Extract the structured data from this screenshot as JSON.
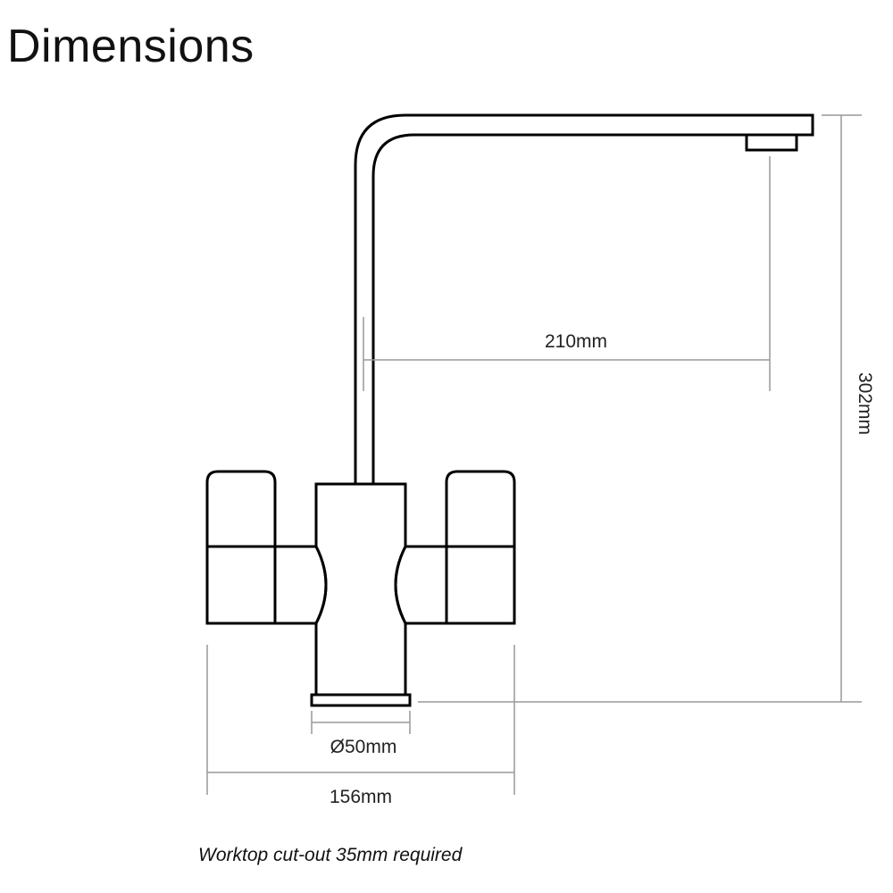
{
  "title": "Dimensions",
  "dimensions": {
    "reach": "210mm",
    "height": "302mm",
    "base_diameter": "Ø50mm",
    "overall_width": "156mm"
  },
  "note": "Worktop cut-out 35mm required",
  "colors": {
    "outline": "#000000",
    "dimension_line": "#999999",
    "text": "#222222"
  }
}
